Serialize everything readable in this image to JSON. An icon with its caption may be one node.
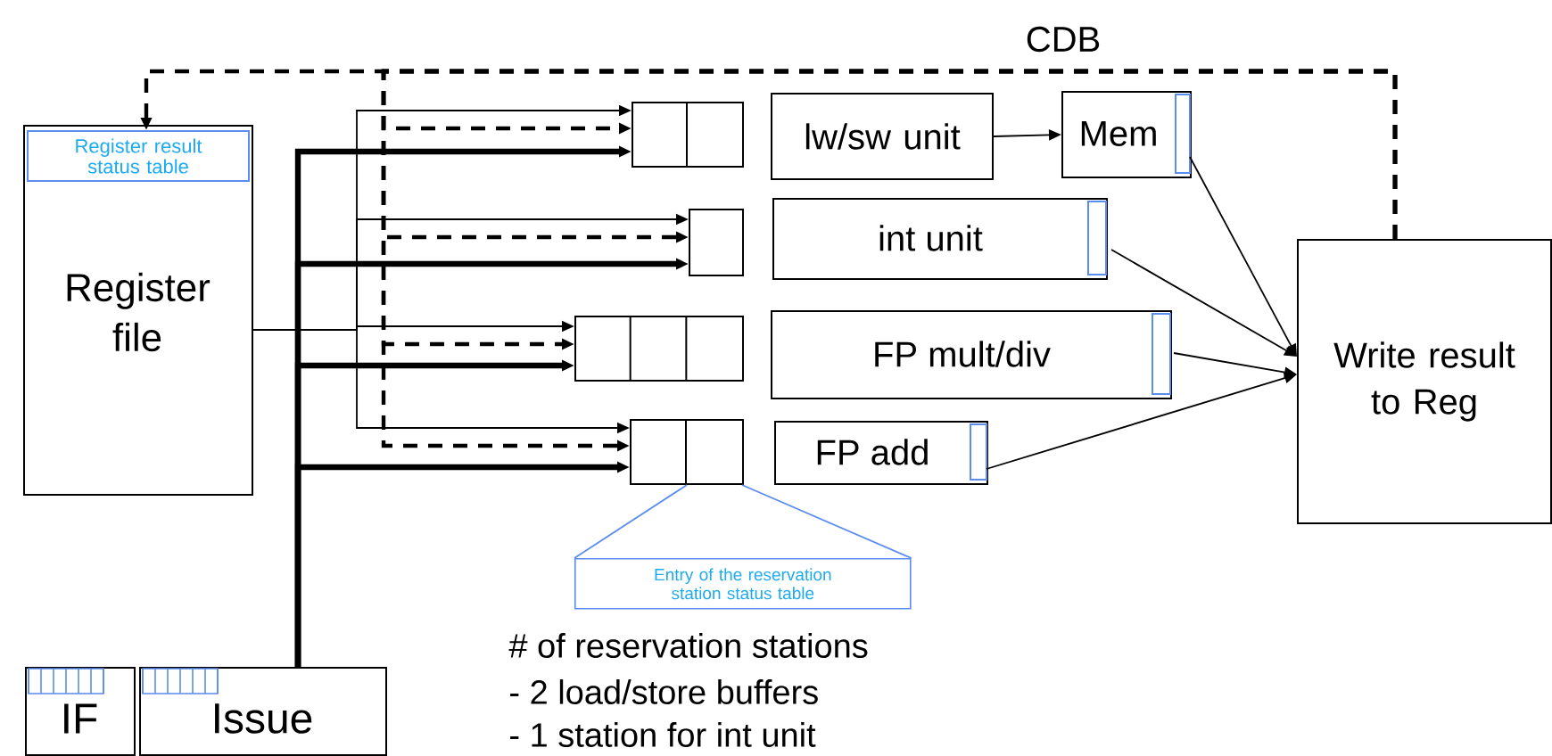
{
  "diagram": {
    "nodes": [
      {
        "text": [
          "Register file"
        ]
      },
      {
        "text": [
          "Register result status table"
        ],
        "in": 0
      },
      {
        "text": [],
        "shape": "box"
      },
      {
        "text": [],
        "shape": "box"
      },
      {
        "text": [],
        "shape": "box"
      },
      {
        "text": [],
        "shape": "box"
      },
      {
        "text": [
          "lw/sw unit"
        ]
      },
      {
        "text": [
          "Mem"
        ]
      },
      {
        "text": [
          "int unit"
        ]
      },
      {
        "text": [
          "FP mult/div"
        ]
      },
      {
        "text": [
          "FP add"
        ]
      },
      {
        "text": [
          "Write result to Reg"
        ]
      },
      {
        "text": [
          "IF"
        ]
      },
      {
        "text": [
          "Issue"
        ]
      },
      {
        "text": [
          "Entry of the reservation station status table"
        ]
      }
    ],
    "edges": [
      {
        "from": 0,
        "to": 2,
        "arrow": "to"
      },
      {
        "from": 0,
        "to": 3,
        "arrow": "to"
      },
      {
        "from": 0,
        "to": 4,
        "arrow": "to"
      },
      {
        "from": 0,
        "to": 5,
        "arrow": "to"
      },
      {
        "from": 11,
        "to": 1,
        "arrow": "to",
        "style": "dashed"
      },
      {
        "from": 11,
        "to": 2,
        "arrow": "to",
        "style": "dashed"
      },
      {
        "from": 11,
        "to": 3,
        "arrow": "to",
        "style": "dashed"
      },
      {
        "from": 11,
        "to": 4,
        "arrow": "to",
        "style": "dashed"
      },
      {
        "from": 11,
        "to": 5,
        "arrow": "to",
        "style": "dashed"
      },
      {
        "from": 13,
        "to": 2,
        "arrow": "to",
        "style": "thick"
      },
      {
        "from": 13,
        "to": 3,
        "arrow": "to",
        "style": "thick"
      },
      {
        "from": 13,
        "to": 4,
        "arrow": "to",
        "style": "thick"
      },
      {
        "from": 13,
        "to": 5,
        "arrow": "to",
        "style": "thick"
      },
      {
        "from": 6,
        "to": 7,
        "arrow": "to"
      },
      {
        "from": 7,
        "to": 11,
        "arrow": "to"
      },
      {
        "from": 8,
        "to": 11,
        "arrow": "to"
      },
      {
        "from": 9,
        "to": 11,
        "arrow": "to"
      },
      {
        "from": 10,
        "to": 11,
        "arrow": "to"
      },
      {
        "from": 14,
        "to": 5,
        "arrow": "none",
        "color": "#5b8cf0"
      }
    ],
    "labels": [
      "CDB",
      "# of reservation stations",
      "- 2  load/store buffers",
      "- 1 station for int unit"
    ]
  }
}
